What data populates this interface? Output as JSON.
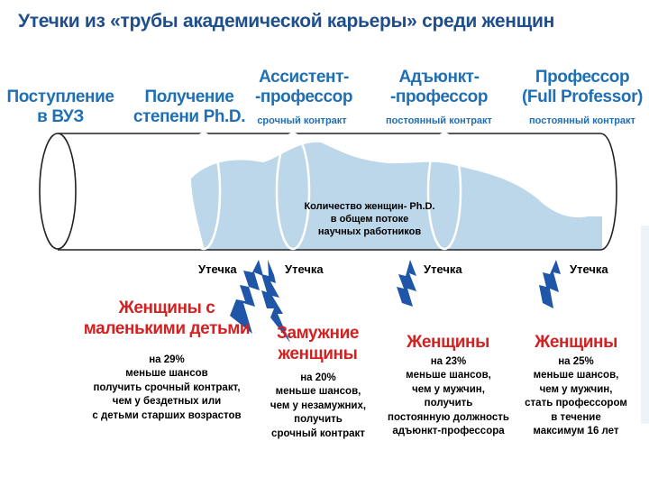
{
  "title": "Утечки из «трубы академической карьеры» среди женщин",
  "stages": [
    {
      "lines": [
        "Поступление",
        "в ВУЗ"
      ]
    },
    {
      "lines": [
        "Получение",
        "степени Ph.D."
      ]
    },
    {
      "lines": [
        "Ассистент-",
        "-профессор"
      ],
      "contract": "срочный контракт"
    },
    {
      "lines": [
        "Адъюнкт-",
        "-профессор"
      ],
      "contract": "постоянный контракт"
    },
    {
      "lines": [
        "Профессор",
        "(Full Professor)"
      ],
      "contract": "постоянный контракт"
    }
  ],
  "pipe_label": [
    "Количество женщин- Ph.D.",
    "в общем потоке",
    "научных работников"
  ],
  "leak_label": "Утечка",
  "groups": [
    {
      "head": [
        "Женщины с",
        "маленькими детьми"
      ],
      "body": [
        "на 29%",
        "меньше шансов",
        "получить срочный контракт,",
        "чем у бездетных или",
        "с детьми старших возрастов"
      ]
    },
    {
      "head": [
        "Замужние",
        "женщины"
      ],
      "body": [
        "на 20%",
        "меньше шансов,",
        "чем у незамужних,",
        "получить",
        "срочный контракт"
      ]
    },
    {
      "head": [
        "Женщины"
      ],
      "body": [
        "на 23%",
        "меньше шансов,",
        "чем у мужчин,",
        "получить",
        "постоянную должность",
        "адъюнкт-профессора"
      ]
    },
    {
      "head": [
        "Женщины"
      ],
      "body": [
        "на 25%",
        "меньше шансов,",
        "чем у мужчин,",
        "стать профессором",
        "в течение",
        "максимум 16 лет"
      ]
    }
  ],
  "colors": {
    "title": "#1f4e8c",
    "stage_text": "#1f6fb5",
    "group_head": "#d42020",
    "water": "#bcd6ea",
    "leak_arrow": "#1f56a8",
    "pipe_outline": "#222222"
  }
}
